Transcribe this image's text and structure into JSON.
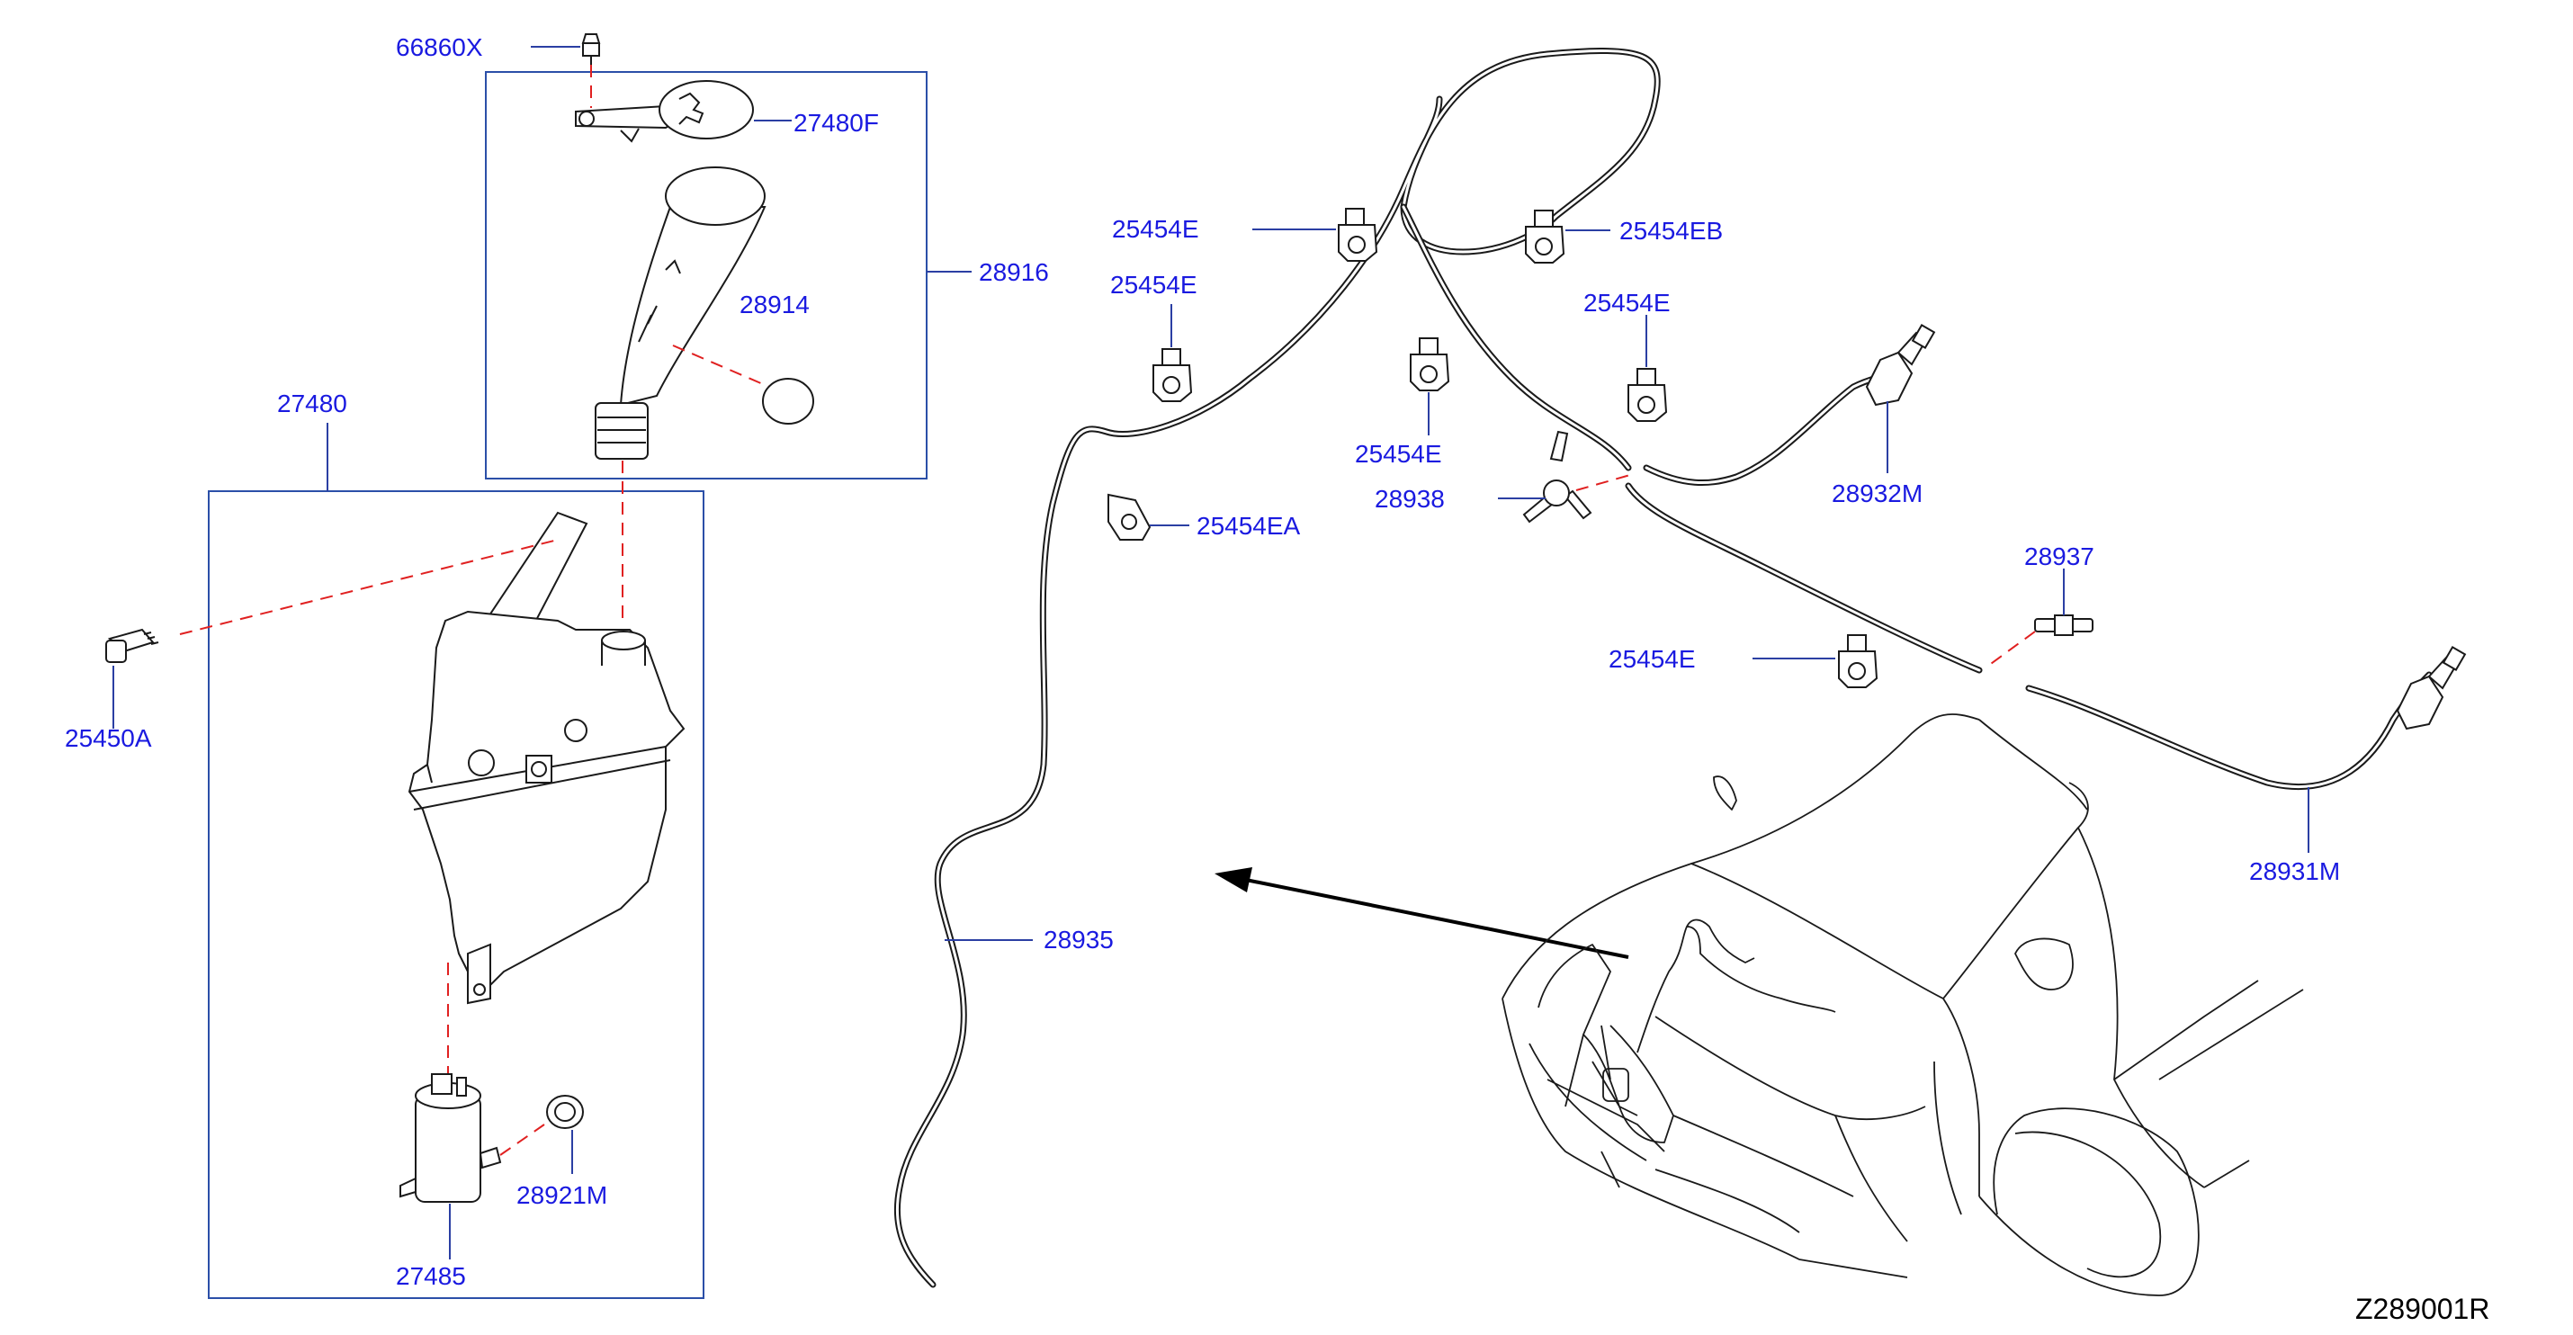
{
  "labels": {
    "p66860x": "66860X",
    "p27480f": "27480F",
    "p28916": "28916",
    "p28914": "28914",
    "p27480": "27480",
    "p25450a": "25450A",
    "p28921m": "28921M",
    "p27485": "27485",
    "p28935": "28935",
    "p25454e_a": "25454E",
    "p25454e_b": "25454E",
    "p25454eb": "25454EB",
    "p25454e_c": "25454E",
    "p25454e_d": "25454E",
    "p25454ea": "25454EA",
    "p28938": "28938",
    "p28932m": "28932M",
    "p28937": "28937",
    "p25454e_e": "25454E",
    "p28931m": "28931M"
  },
  "diagram_code": "Z289001R",
  "colors": {
    "label": "#1a1ae0",
    "leader": "#2b3fa3",
    "cut_line": "#e02020",
    "outline": "#1a1a1a"
  }
}
